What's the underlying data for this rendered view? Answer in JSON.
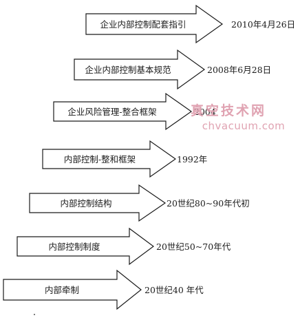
{
  "stages": [
    {
      "label": "企业内部控制配套指引",
      "date": "2010年4月26日"
    },
    {
      "label": "企业内部控制基本规范",
      "date": "2008年6月28日"
    },
    {
      "label": "企业风险管理-整合框架",
      "date": "2004"
    },
    {
      "label": "内部控制-整和框架",
      "date": "1992年"
    },
    {
      "label": "内部控制结构",
      "date": "20世纪80~90年代初"
    },
    {
      "label": "内部控制制度",
      "date": "20世纪50~70年代"
    },
    {
      "label": "内部牵制",
      "date": "20世纪40 年代"
    }
  ],
  "watermark": {
    "chinese": "真空技术网",
    "english": "chvacuum.com",
    "color": "#e0a3b2"
  },
  "colors": {
    "stroke": "#1a1a1a",
    "fill": "#ffffff"
  }
}
